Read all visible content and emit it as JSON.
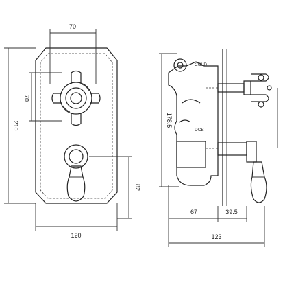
{
  "front_view": {
    "dim_top_width": "70",
    "dim_inner_height": "70",
    "dim_total_height": "210",
    "dim_lower": "82",
    "dim_plate_width": "120"
  },
  "side_view": {
    "label_cold": "COLD",
    "label_dcb": "DCB",
    "dim_height": "178.5",
    "dim_depth_back": "67",
    "dim_depth_front": "39.5",
    "dim_total_depth": "123"
  },
  "colors": {
    "line": "#222222",
    "background": "#ffffff"
  }
}
